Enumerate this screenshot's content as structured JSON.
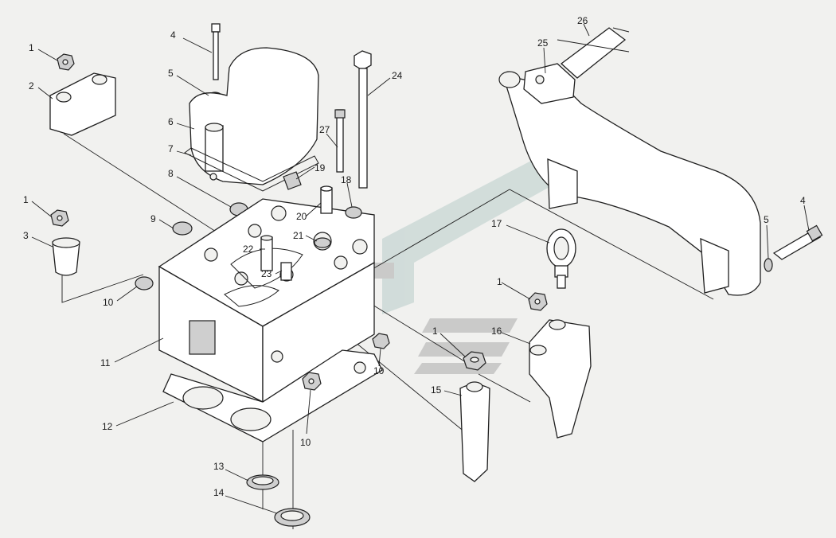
{
  "diagram": {
    "callouts": [
      {
        "id": "c1a",
        "text": "1"
      },
      {
        "id": "c2",
        "text": "2"
      },
      {
        "id": "c1b",
        "text": "1"
      },
      {
        "id": "c3",
        "text": "3"
      },
      {
        "id": "c4a",
        "text": "4"
      },
      {
        "id": "c5a",
        "text": "5"
      },
      {
        "id": "c6",
        "text": "6"
      },
      {
        "id": "c7",
        "text": "7"
      },
      {
        "id": "c8",
        "text": "8"
      },
      {
        "id": "c9",
        "text": "9"
      },
      {
        "id": "c10a",
        "text": "10"
      },
      {
        "id": "c11",
        "text": "11"
      },
      {
        "id": "c12",
        "text": "12"
      },
      {
        "id": "c13",
        "text": "13"
      },
      {
        "id": "c14",
        "text": "14"
      },
      {
        "id": "c10b",
        "text": "10"
      },
      {
        "id": "c10c",
        "text": "10"
      },
      {
        "id": "c19",
        "text": "19"
      },
      {
        "id": "c18",
        "text": "18"
      },
      {
        "id": "c20",
        "text": "20"
      },
      {
        "id": "c21",
        "text": "21"
      },
      {
        "id": "c22",
        "text": "22"
      },
      {
        "id": "c23",
        "text": "23"
      },
      {
        "id": "c27",
        "text": "27"
      },
      {
        "id": "c24",
        "text": "24"
      },
      {
        "id": "c25",
        "text": "25"
      },
      {
        "id": "c26",
        "text": "26"
      },
      {
        "id": "c17",
        "text": "17"
      },
      {
        "id": "c1c",
        "text": "1"
      },
      {
        "id": "c16",
        "text": "16"
      },
      {
        "id": "c1d",
        "text": "1"
      },
      {
        "id": "c15",
        "text": "15"
      },
      {
        "id": "c5b",
        "text": "5"
      },
      {
        "id": "c4b",
        "text": "4"
      }
    ]
  },
  "colors": {
    "background": "#f1f1ef",
    "line": "#1f1f1f",
    "watermark_gray": "#bdbdbd",
    "watermark_teal": "#c7d6d3"
  },
  "watermark": {
    "icon": "logo-watermark-icon"
  }
}
